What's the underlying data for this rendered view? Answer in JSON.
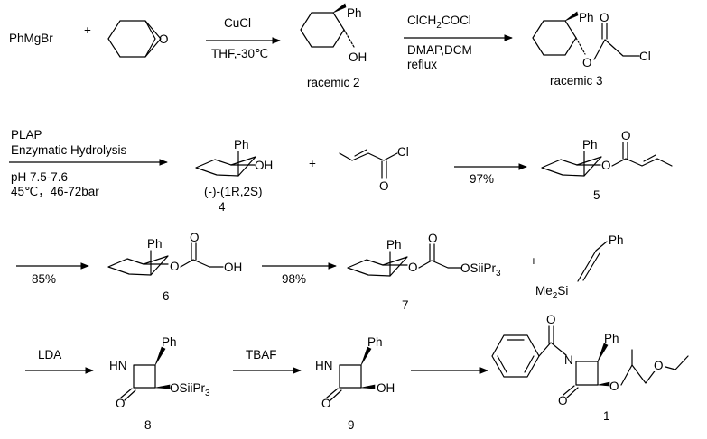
{
  "reagents": {
    "phmgbr": "PhMgBr",
    "plus": "+",
    "cucl": "CuCl",
    "thf": "THF,-30℃",
    "clch2cocl": "ClCH",
    "clch2cocl_sub": "2",
    "clch2cocl_rest": "COCl",
    "dmap": "DMAP,DCM",
    "reflux": "reflux",
    "plap": "PLAP",
    "enzymatic": "Enzymatic Hydrolysis",
    "ph": "pH 7.5-7.6",
    "temp_pressure": "45℃，46-72bar",
    "yield_97": "97%",
    "yield_85": "85%",
    "yield_98": "98%",
    "lda": "LDA",
    "tbaf": "TBAF"
  },
  "atoms": {
    "o": "O",
    "ph": "Ph",
    "oh": "OH",
    "cl": "Cl",
    "hn": "HN",
    "osiipr3_main": "OSiiPr",
    "osiipr3_sub": "3",
    "me2si_main": "Me",
    "me2si_sub": "2",
    "me2si_si": "Si"
  },
  "labels": {
    "racemic2": "racemic 2",
    "racemic3": "racemic 3",
    "stereo": "(-)-(1R,2S)",
    "n4": "4",
    "n5": "5",
    "n6": "6",
    "n7": "7",
    "n8": "8",
    "n9": "9",
    "n1": "1"
  }
}
